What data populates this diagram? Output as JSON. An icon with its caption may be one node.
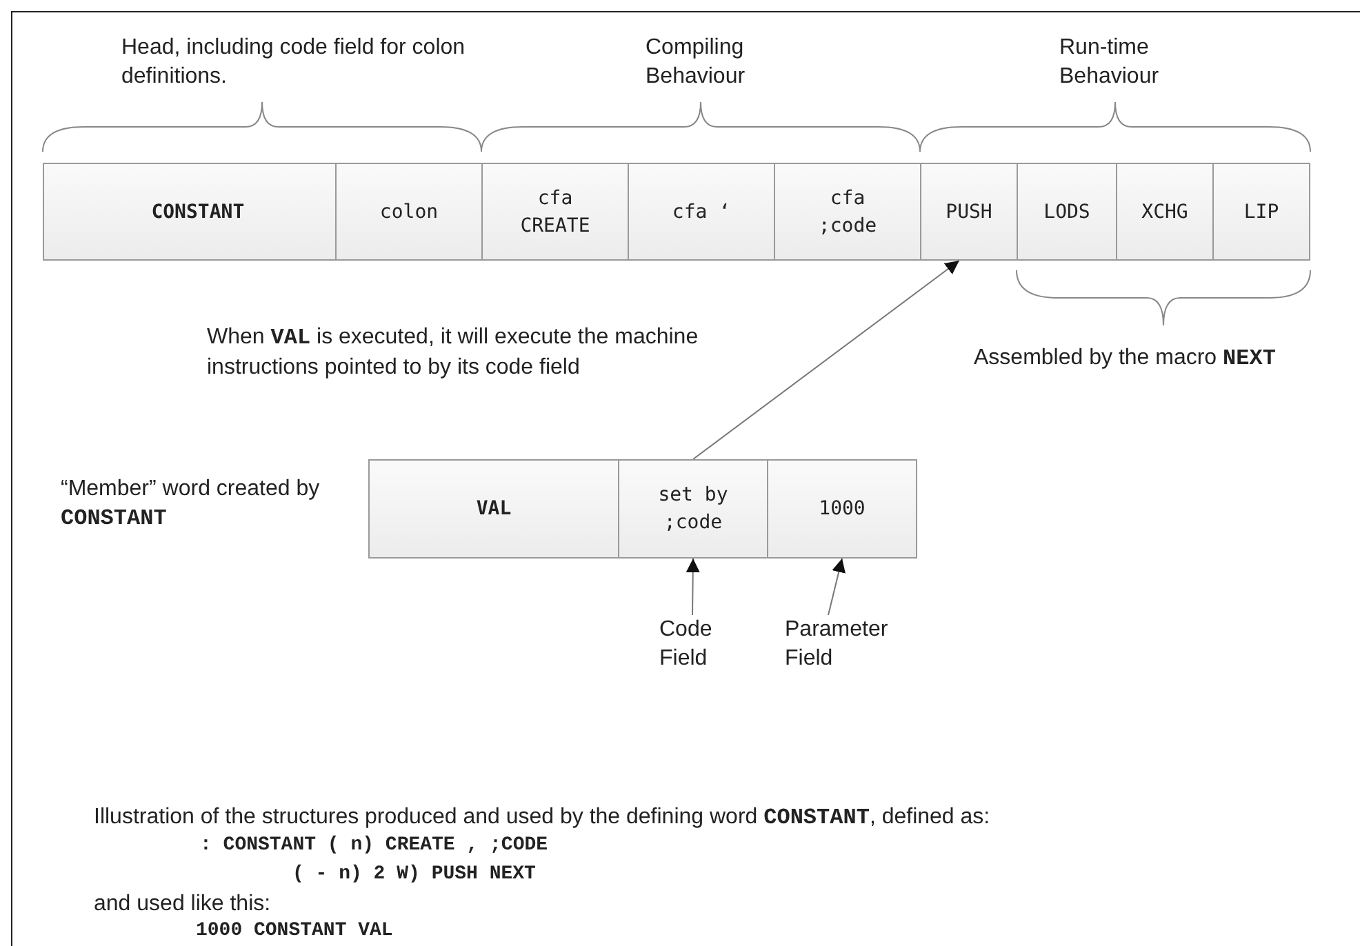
{
  "diagram": {
    "nodes": [
      {
        "text": [
          "CONSTANT"
        ]
      },
      {
        "text": [
          "colon"
        ]
      },
      {
        "text": [
          "cfa CREATE"
        ]
      },
      {
        "text": [
          "cfa ‘"
        ]
      },
      {
        "text": [
          "cfa ;code"
        ]
      },
      {
        "text": [
          "PUSH"
        ]
      },
      {
        "text": [
          "LODS"
        ]
      },
      {
        "text": [
          "XCHG"
        ]
      },
      {
        "text": [
          "LIP"
        ]
      },
      {
        "text": [
          "VAL"
        ]
      },
      {
        "text": [
          "set by ;code"
        ]
      },
      {
        "text": [
          "1000"
        ]
      },
      {
        "text": [
          "Code Field"
        ]
      },
      {
        "text": [
          "Parameter Field"
        ]
      }
    ],
    "edges": [
      {
        "from": 10,
        "to": 5,
        "arrow": "to"
      },
      {
        "from": 12,
        "to": 10,
        "arrow": "to"
      },
      {
        "from": 13,
        "to": 11,
        "arrow": "to"
      }
    ],
    "labels": [
      "Head, including code field for colon definitions.",
      "Compiling Behaviour",
      "Run-time Behaviour",
      "When **VAL** is executed, it will execute the machine instructions pointed to by its code field",
      "Assembled by the macro **NEXT**",
      "“Member” word created by **CONSTANT**",
      "Illustration of the structures produced and used by the defining word **CONSTANT**, defined as:",
      ": CONSTANT ( n) CREATE , ;CODE",
      "( - n) 2 W) PUSH NEXT",
      "and used like this:",
      "1000 CONSTANT VAL"
    ]
  }
}
